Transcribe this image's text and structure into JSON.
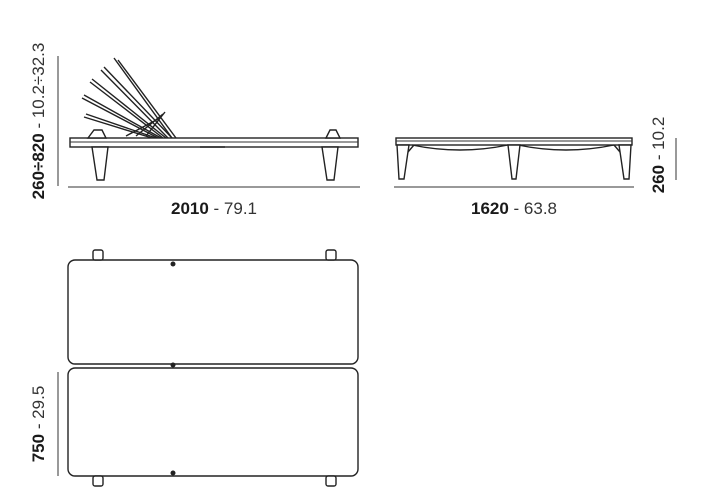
{
  "side_view": {
    "width_mm": "2010",
    "width_in": "79.1",
    "height_mm": "260÷820",
    "height_in": "10.2÷32.3"
  },
  "end_view": {
    "width_mm": "1620",
    "width_in": "63.8",
    "height_mm": "260",
    "height_in": "10.2"
  },
  "top_view": {
    "depth_mm": "750",
    "depth_in": "29.5"
  },
  "separator": " - "
}
